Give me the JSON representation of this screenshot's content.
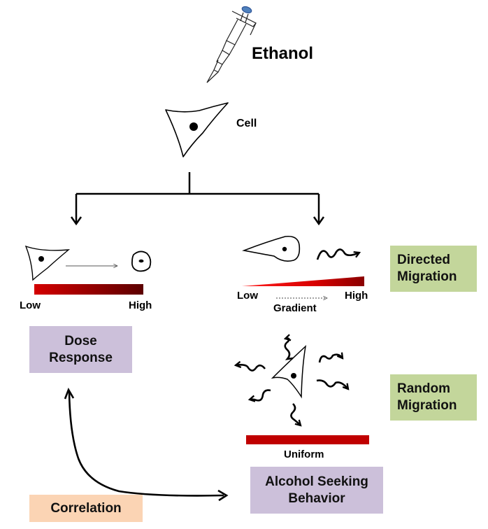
{
  "top": {
    "stimulus_label": "Ethanol",
    "cell_label": "Cell"
  },
  "dose": {
    "low_label": "Low",
    "high_label": "High",
    "box_line1": "Dose",
    "box_line2": "Response"
  },
  "directed": {
    "low_label": "Low",
    "high_label": "High",
    "gradient_label": "Gradient",
    "box_line1": "Directed",
    "box_line2": "Migration"
  },
  "random": {
    "uniform_label": "Uniform",
    "box_line1": "Random",
    "box_line2": "Migration"
  },
  "behavior": {
    "box_line1": "Alcohol Seeking",
    "box_line2": "Behavior"
  },
  "correlation": {
    "label": "Correlation"
  },
  "colors": {
    "purple_box": "#ccc0da",
    "green_box": "#c3d69b",
    "peach_box": "#fbd4b4",
    "bar_red": "#c00000",
    "bar_dark": "#5c0000",
    "pipette_tip": "#4f81bd"
  }
}
